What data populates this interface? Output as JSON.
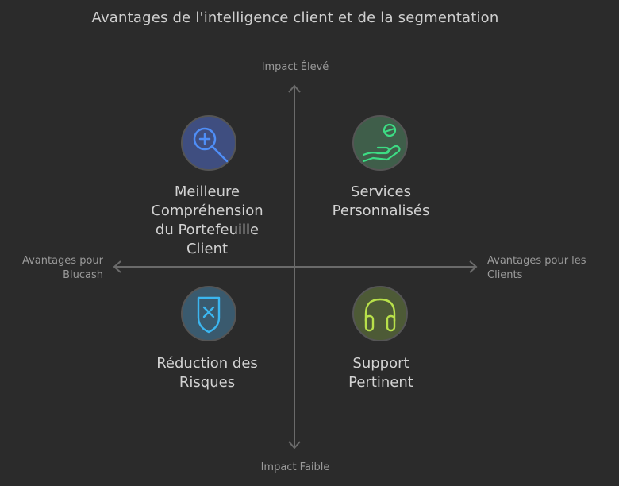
{
  "title": "Avantages de l'intelligence client et de la segmentation",
  "axes": {
    "top": "Impact Élevé",
    "bottom": "Impact Faible",
    "left_line1": "Avantages pour",
    "left_line2": "Blucash",
    "right_line1": "Avantages pour les",
    "right_line2": "Clients"
  },
  "quadrants": [
    {
      "id": "top-left",
      "lines": [
        "Meilleure",
        "Compréhension",
        "du Portefeuille",
        "Client"
      ],
      "icon": "magnifier-plus-icon",
      "bg": "#3f4e80",
      "stroke": "#4f8ef7"
    },
    {
      "id": "top-right",
      "lines": [
        "Services",
        "Personnalisés"
      ],
      "icon": "hand-person-icon",
      "bg": "#3f5e4a",
      "stroke": "#3ddc84"
    },
    {
      "id": "bottom-left",
      "lines": [
        "Réduction des",
        "Risques"
      ],
      "icon": "shield-x-icon",
      "bg": "#3a5a6e",
      "stroke": "#3bb6f0"
    },
    {
      "id": "bottom-right",
      "lines": [
        "Support",
        "Pertinent"
      ],
      "icon": "headphones-icon",
      "bg": "#4d5a36",
      "stroke": "#b8e04a"
    }
  ]
}
